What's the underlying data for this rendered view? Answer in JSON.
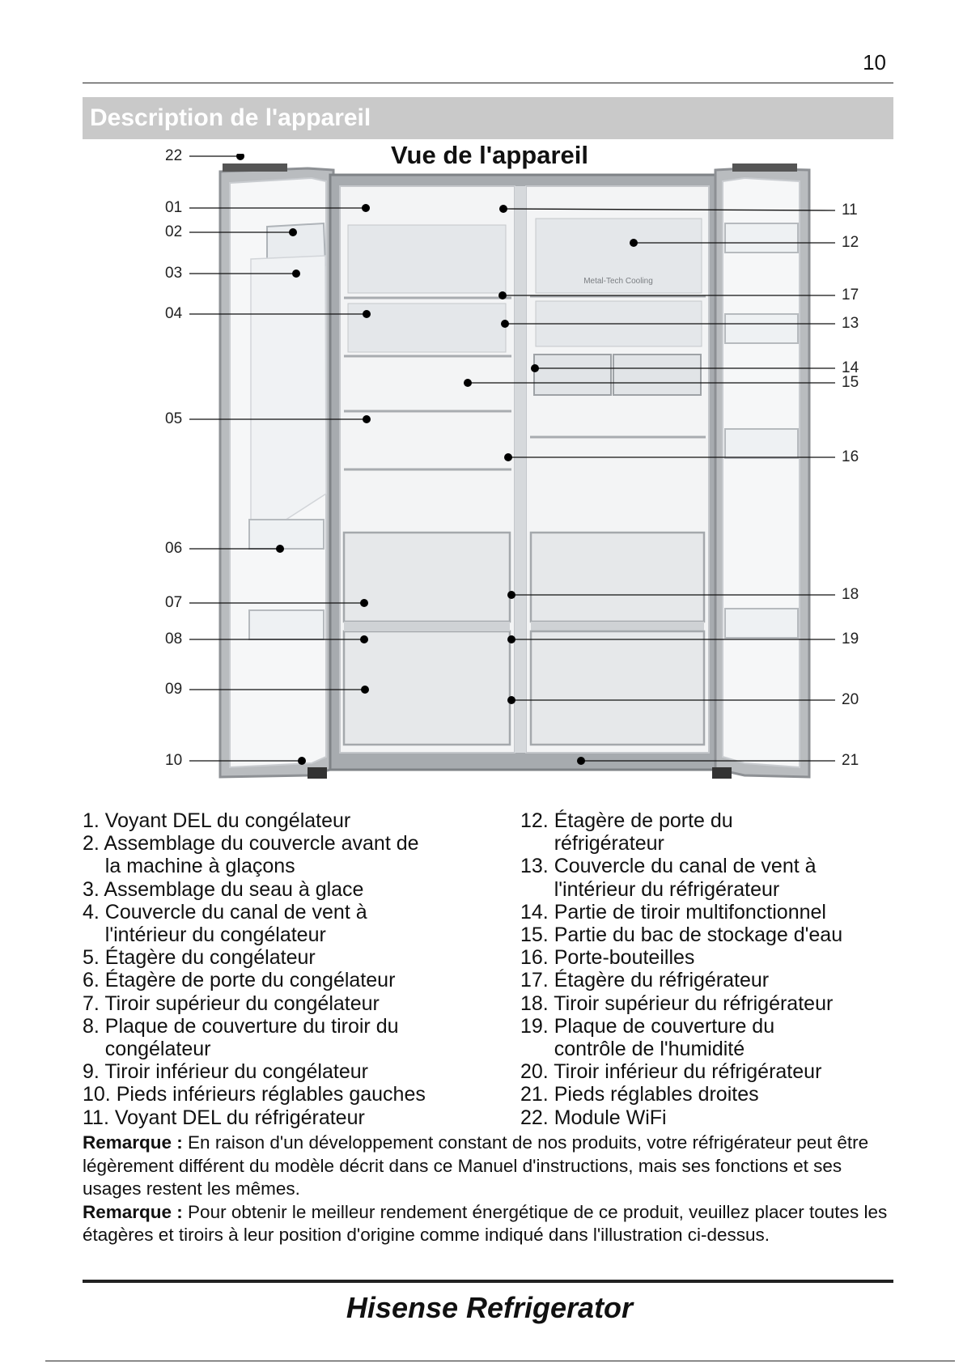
{
  "page_number": "10",
  "section_title": "Description de l'appareil",
  "diagram_title": "Vue de l'appareil",
  "callouts": {
    "left": [
      "22",
      "01",
      "02",
      "03",
      "04",
      "05",
      "06",
      "07",
      "08",
      "09",
      "10"
    ],
    "right": [
      "11",
      "12",
      "17",
      "13",
      "14",
      "15",
      "16",
      "18",
      "19",
      "20",
      "21"
    ]
  },
  "diagram_labels": {
    "fridge_panel_text": "Metal-Tech Cooling"
  },
  "legend": {
    "left": [
      "1. Voyant DEL du congélateur",
      "2. Assemblage du couvercle avant de\n    la machine à glaçons",
      "3. Assemblage du seau à glace",
      "4. Couvercle du canal de vent à\n    l'intérieur du congélateur",
      "5. Étagère du congélateur",
      "6. Étagère de porte du congélateur",
      "7. Tiroir supérieur du congélateur",
      "8. Plaque de couverture du tiroir du\n    congélateur",
      "9. Tiroir inférieur du congélateur",
      "10. Pieds inférieurs réglables gauches",
      "11. Voyant DEL du réfrigérateur"
    ],
    "right": [
      "12. Étagère de porte du\n      réfrigérateur",
      "13. Couvercle du canal de vent à\n      l'intérieur du réfrigérateur",
      "14. Partie de tiroir multifonctionnel",
      "15. Partie du bac de stockage d'eau",
      "16. Porte-bouteilles",
      "17. Étagère du réfrigérateur",
      "18. Tiroir supérieur du réfrigérateur",
      "19. Plaque de couverture du\n      contrôle de l'humidité",
      "20. Tiroir inférieur du réfrigérateur",
      "21. Pieds réglables droites",
      "22. Module WiFi"
    ]
  },
  "notes": [
    {
      "label": "Remarque :",
      "text": " En raison d'un développement constant de nos produits, votre réfrigérateur peut être légèrement différent du modèle décrit dans ce Manuel d'instructions, mais ses fonctions et ses usages restent les mêmes."
    },
    {
      "label": "Remarque :",
      "text": " Pour obtenir le meilleur rendement énergétique de ce produit, veuillez placer toutes les étagères et tiroirs à leur position d'origine comme indiqué dans l'illustration ci-dessus."
    }
  ],
  "footer_brand": "Hisense Refrigerator"
}
